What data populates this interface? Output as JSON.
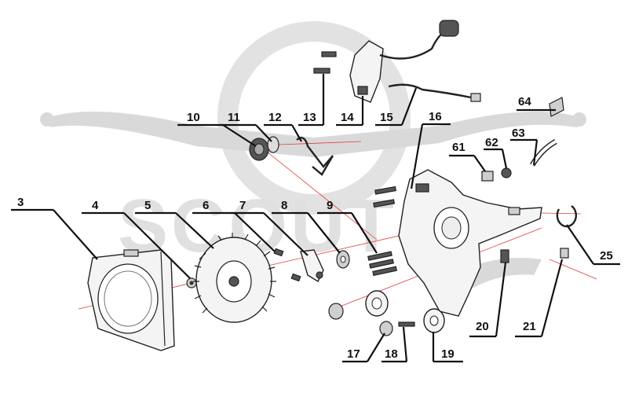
{
  "watermark": {
    "text": "SCOUT"
  },
  "callouts": {
    "c3": "3",
    "c4": "4",
    "c5": "5",
    "c6": "6",
    "c7": "7",
    "c8": "8",
    "c9": "9",
    "c10": "10",
    "c11": "11",
    "c12": "12",
    "c13": "13",
    "c14": "14",
    "c15": "15",
    "c16": "16",
    "c17": "17",
    "c18": "18",
    "c19": "19",
    "c20": "20",
    "c21": "21",
    "c25": "25",
    "c61": "61",
    "c62": "62",
    "c63": "63",
    "c64": "64"
  },
  "colors": {
    "assembly_axis": "#e23a3a",
    "watermark": "#d9d9d9"
  }
}
